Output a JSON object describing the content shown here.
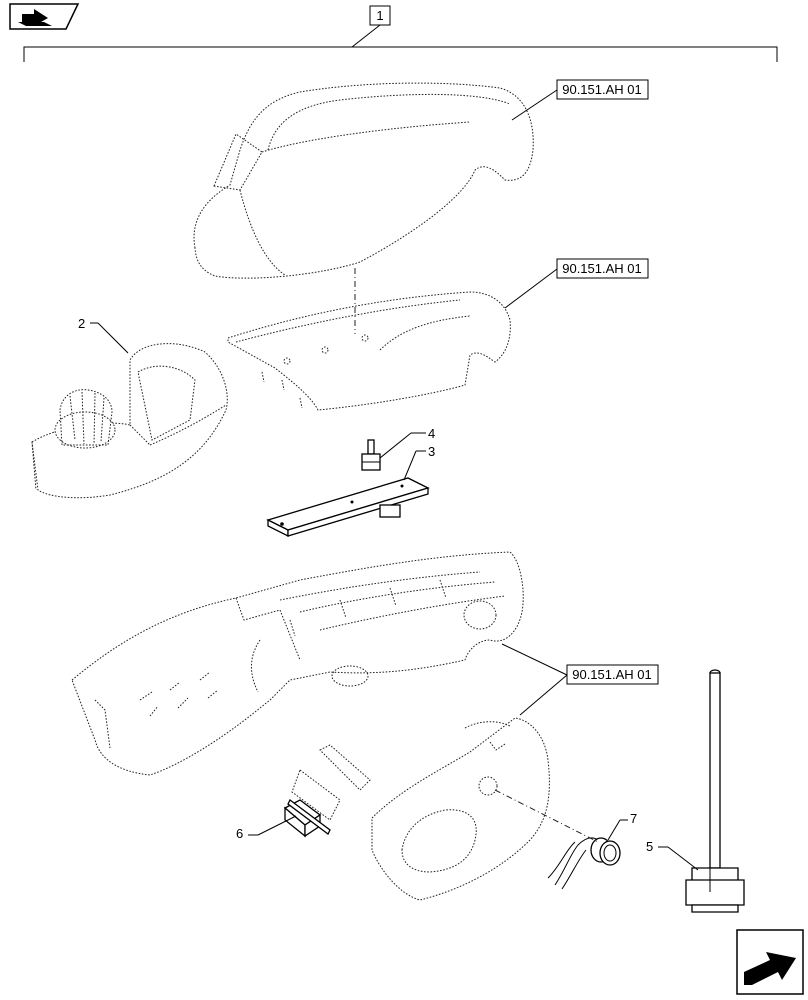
{
  "header": {
    "assembly_number": "1"
  },
  "references": [
    {
      "id": "ref-top",
      "text": "90.151.AH 01"
    },
    {
      "id": "ref-mid",
      "text": "90.151.AH 01"
    },
    {
      "id": "ref-bottom",
      "text": "90.151.AH 01"
    }
  ],
  "callouts": {
    "c2": "2",
    "c3": "3",
    "c4": "4",
    "c5": "5",
    "c6": "6",
    "c7": "7"
  },
  "icons": {
    "top_left": "book-arrow-icon",
    "bottom_right": "next-page-arrow-icon"
  }
}
